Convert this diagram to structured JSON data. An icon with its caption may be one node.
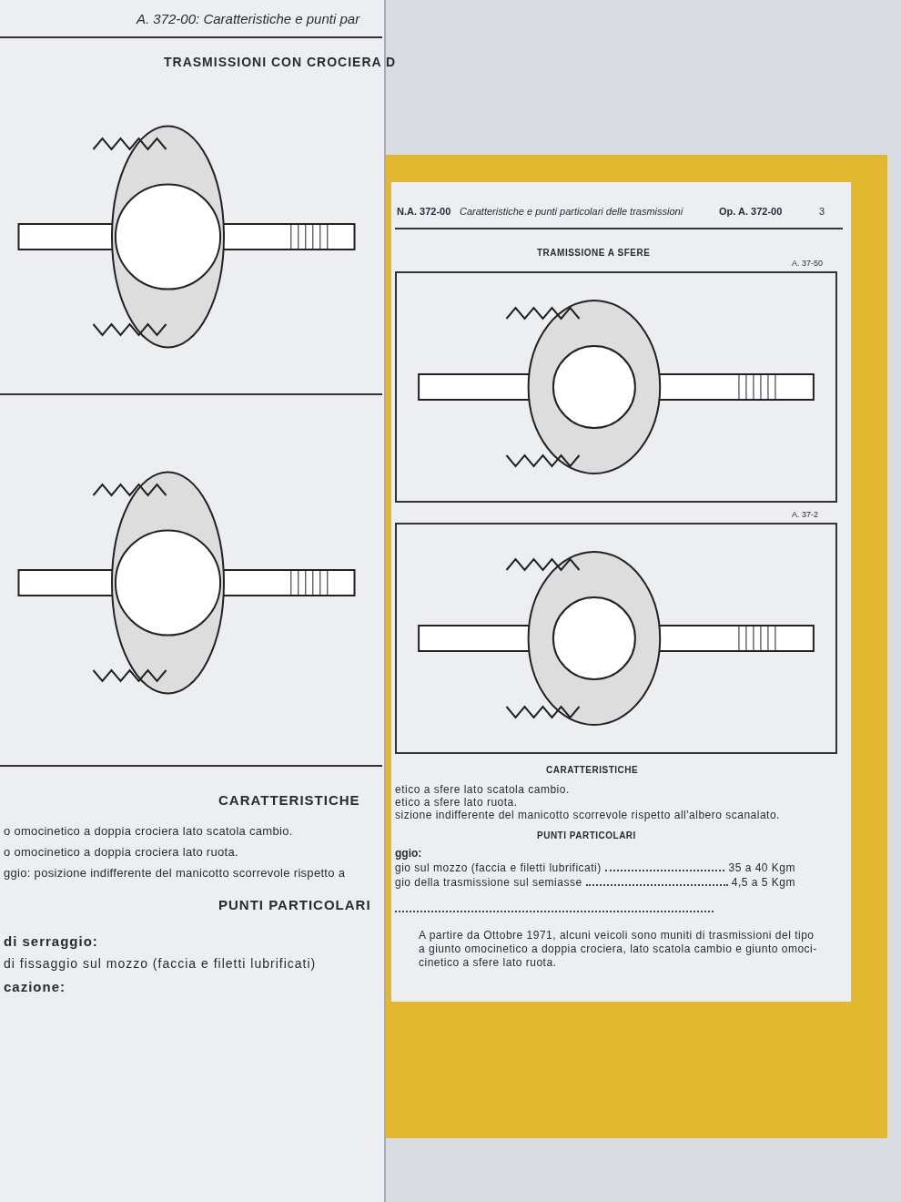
{
  "diagram": {
    "labels": [
      "A. 372-00: Caratteristiche e punti par",
      "TRASMISSIONI CON CROCIERA D",
      "CARATTERISTICHE",
      "o omocinetico a doppia crociera lato scatola cambio.",
      "o omocinetico a doppia crociera lato ruota.",
      "ggio: posizione indifferente del manicotto scorrevole rispetto a",
      "PUNTI PARTICOLARI",
      "di serraggio:",
      "di fissaggio sul mozzo (faccia e filetti lubrificati)",
      "cazione:",
      "N.A. 372-00",
      "Caratteristiche e punti particolari delle trasmissioni",
      "Op. A. 372-00",
      "3",
      "TRAMISSIONE A SFERE",
      "A. 37-50",
      "A. 37-2",
      "CARATTERISTICHE",
      "etico a sfere lato scatola cambio.",
      "etico a sfere lato ruota.",
      "sizione indifferente del manicotto scorrevole rispetto all'albero scanalato.",
      "PUNTI PARTICOLARI",
      "ggio:",
      "gio sul mozzo (faccia e filetti lubrificati)",
      "35 a 40 Kgm",
      "gio della trasmissione sul semiasse",
      "4,5 a 5 Kgm",
      "A partire da Ottobre 1971, alcuni veicoli sono muniti di trasmissioni del tipo a giunto omocinetico a doppia crociera, lato scatola cambio e giunto omoci- cinetico a sfere lato ruota."
    ]
  }
}
